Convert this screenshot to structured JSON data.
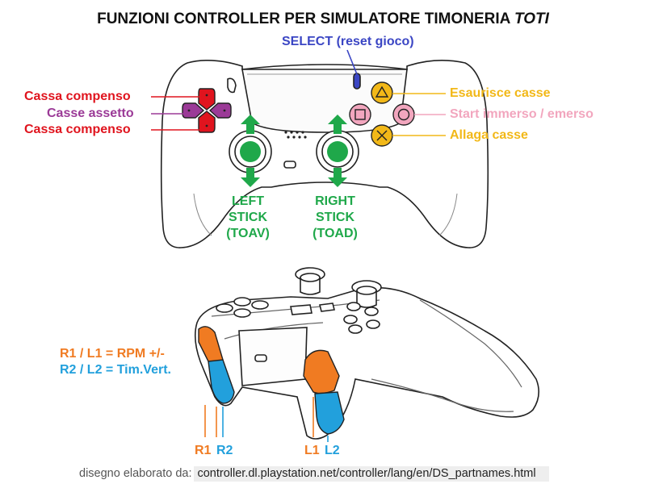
{
  "title": {
    "main": "FUNZIONI CONTROLLER PER SIMULATORE TIMONERIA",
    "emph": "TOTI"
  },
  "select": {
    "name": "SELECT",
    "note": "(reset gioco)"
  },
  "dpad": {
    "up_label": "Cassa compenso",
    "side_label": "Casse assetto",
    "down_label": "Cassa compenso"
  },
  "face_buttons": {
    "triangle": "Esaurisce casse",
    "square_circle": "Start immerso / emerso",
    "cross": "Allaga casse"
  },
  "sticks": {
    "left": [
      "LEFT",
      "STICK",
      "(TOAV)"
    ],
    "right": [
      "RIGHT",
      "STICK",
      "(TOAD)"
    ]
  },
  "triggers": {
    "r1_l1": "R1 / L1 = RPM +/-",
    "r2_l2": "R2 / L2 = Tim.Vert.",
    "r1": "R1",
    "r2": "R2",
    "l1": "L1",
    "l2": "L2"
  },
  "footer": {
    "label": "disegno elaborato da:",
    "url": "controller.dl.playstation.net/controller/lang/en/DS_partnames.html"
  },
  "colors": {
    "red": "#e0141e",
    "purple": "#9b3a97",
    "blue": "#3b46c4",
    "yellow": "#f2b818",
    "pink": "#f2a6be",
    "green": "#1fa84a",
    "orange": "#f07b22",
    "cyan": "#22a0dc"
  }
}
